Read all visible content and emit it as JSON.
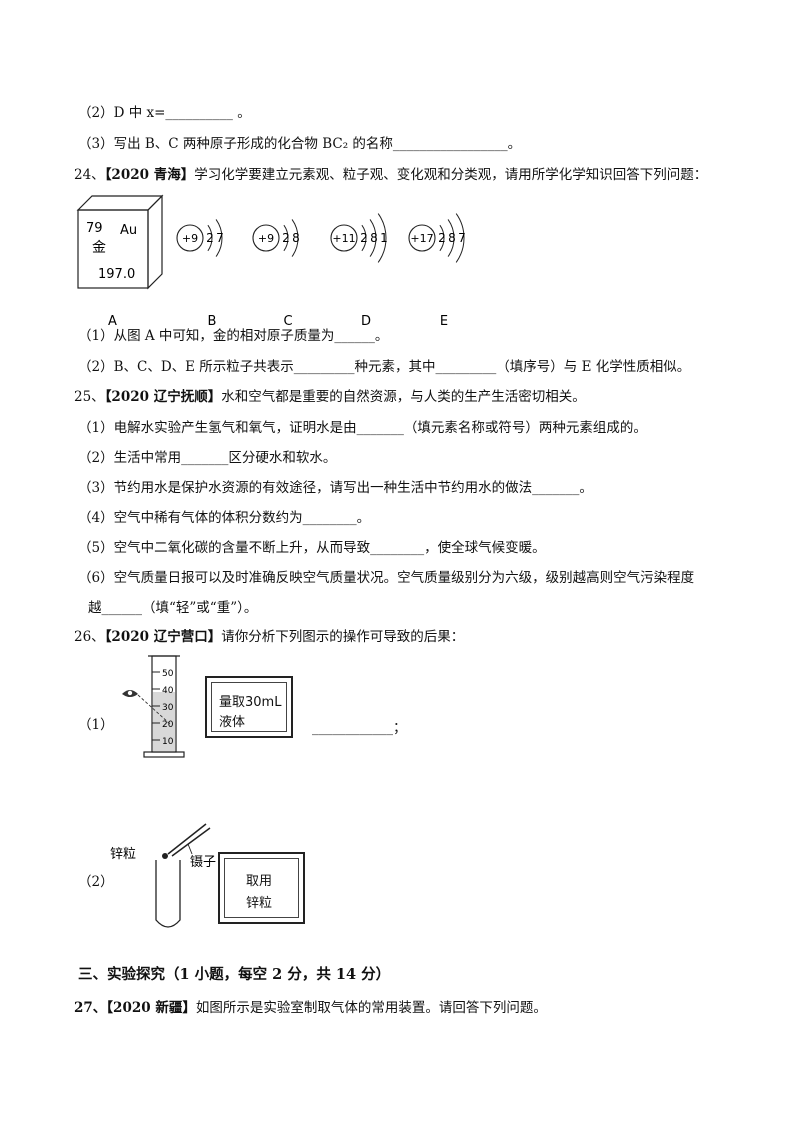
{
  "lines": {
    "l1": "（2）D 中 x=__________ 。",
    "l2": "（3）写出 B、C 两种原子形成的化合物 BC₂ 的名称_________________。",
    "q24_num": "24、",
    "q24_tag": "【2020 青海】",
    "q24_text": "学习化学要建立元素观、粒子观、变化观和分类观，请用所学化学知识回答下列问题：",
    "q24_1": "（1）从图 A 中可知，金的相对原子质量为______。",
    "q24_2": "（2）B、C、D、E 所示粒子共表示_________种元素，其中_________（填序号）与 E 化学性质相似。",
    "q25_num": "25、",
    "q25_tag": "【2020 辽宁抚顺】",
    "q25_text": "水和空气都是重要的自然资源，与人类的生产生活密切相关。",
    "q25_1": "（1）电解水实验产生氢气和氧气，证明水是由_______（填元素名称或符号）两种元素组成的。",
    "q25_2": "（2）生活中常用_______区分硬水和软水。",
    "q25_3": "（3）节约用水是保护水资源的有效途径，请写出一种生活中节约用水的做法_______。",
    "q25_4": "（4）空气中稀有气体的体积分数约为________。",
    "q25_5": "（5）空气中二氧化碳的含量不断上升，从而导致________，使全球气候变暖。",
    "q25_6a": "（6）空气质量日报可以及时准确反映空气质量状况。空气质量级别分为六级，级别越高则空气污染程度",
    "q25_6b": "越______（填“轻”或“重”）。",
    "q26_num": "26、",
    "q26_tag": "【2020 辽宁营口】",
    "q26_text": "请你分析下列图示的操作可导致的后果：",
    "q26_1_label": "（1）",
    "q26_1_blank": "____________；",
    "q26_2_label": "（2）",
    "section3": "三、实验探究（1 小题，每空 2 分，共 14 分）",
    "q27_num": "27、",
    "q27_tag": "【2020 新疆】",
    "q27_text": "如图所示是实验室制取气体的常用装置。请回答下列问题。"
  },
  "figure_a": {
    "atomic_number": "79",
    "symbol": "Au",
    "name": "金",
    "mass": "197.0"
  },
  "atoms": [
    {
      "label": "B",
      "nucleus": "+9",
      "shells": "2 7"
    },
    {
      "label": "C",
      "nucleus": "+9",
      "shells": "2 8"
    },
    {
      "label": "D",
      "nucleus": "+11",
      "shells": "2 8 1"
    },
    {
      "label": "E",
      "nucleus": "+17",
      "shells": "2 8 7"
    }
  ],
  "figure_a_label": "A",
  "cylinder": {
    "ticks": [
      "50",
      "40",
      "30",
      "20",
      "10"
    ],
    "box_line1": "量取30mL",
    "box_line2": "液体"
  },
  "zinc": {
    "label_zinc": "锌粒",
    "label_tweezers": "镊子",
    "box_line1": "取用",
    "box_line2": "锌粒"
  }
}
